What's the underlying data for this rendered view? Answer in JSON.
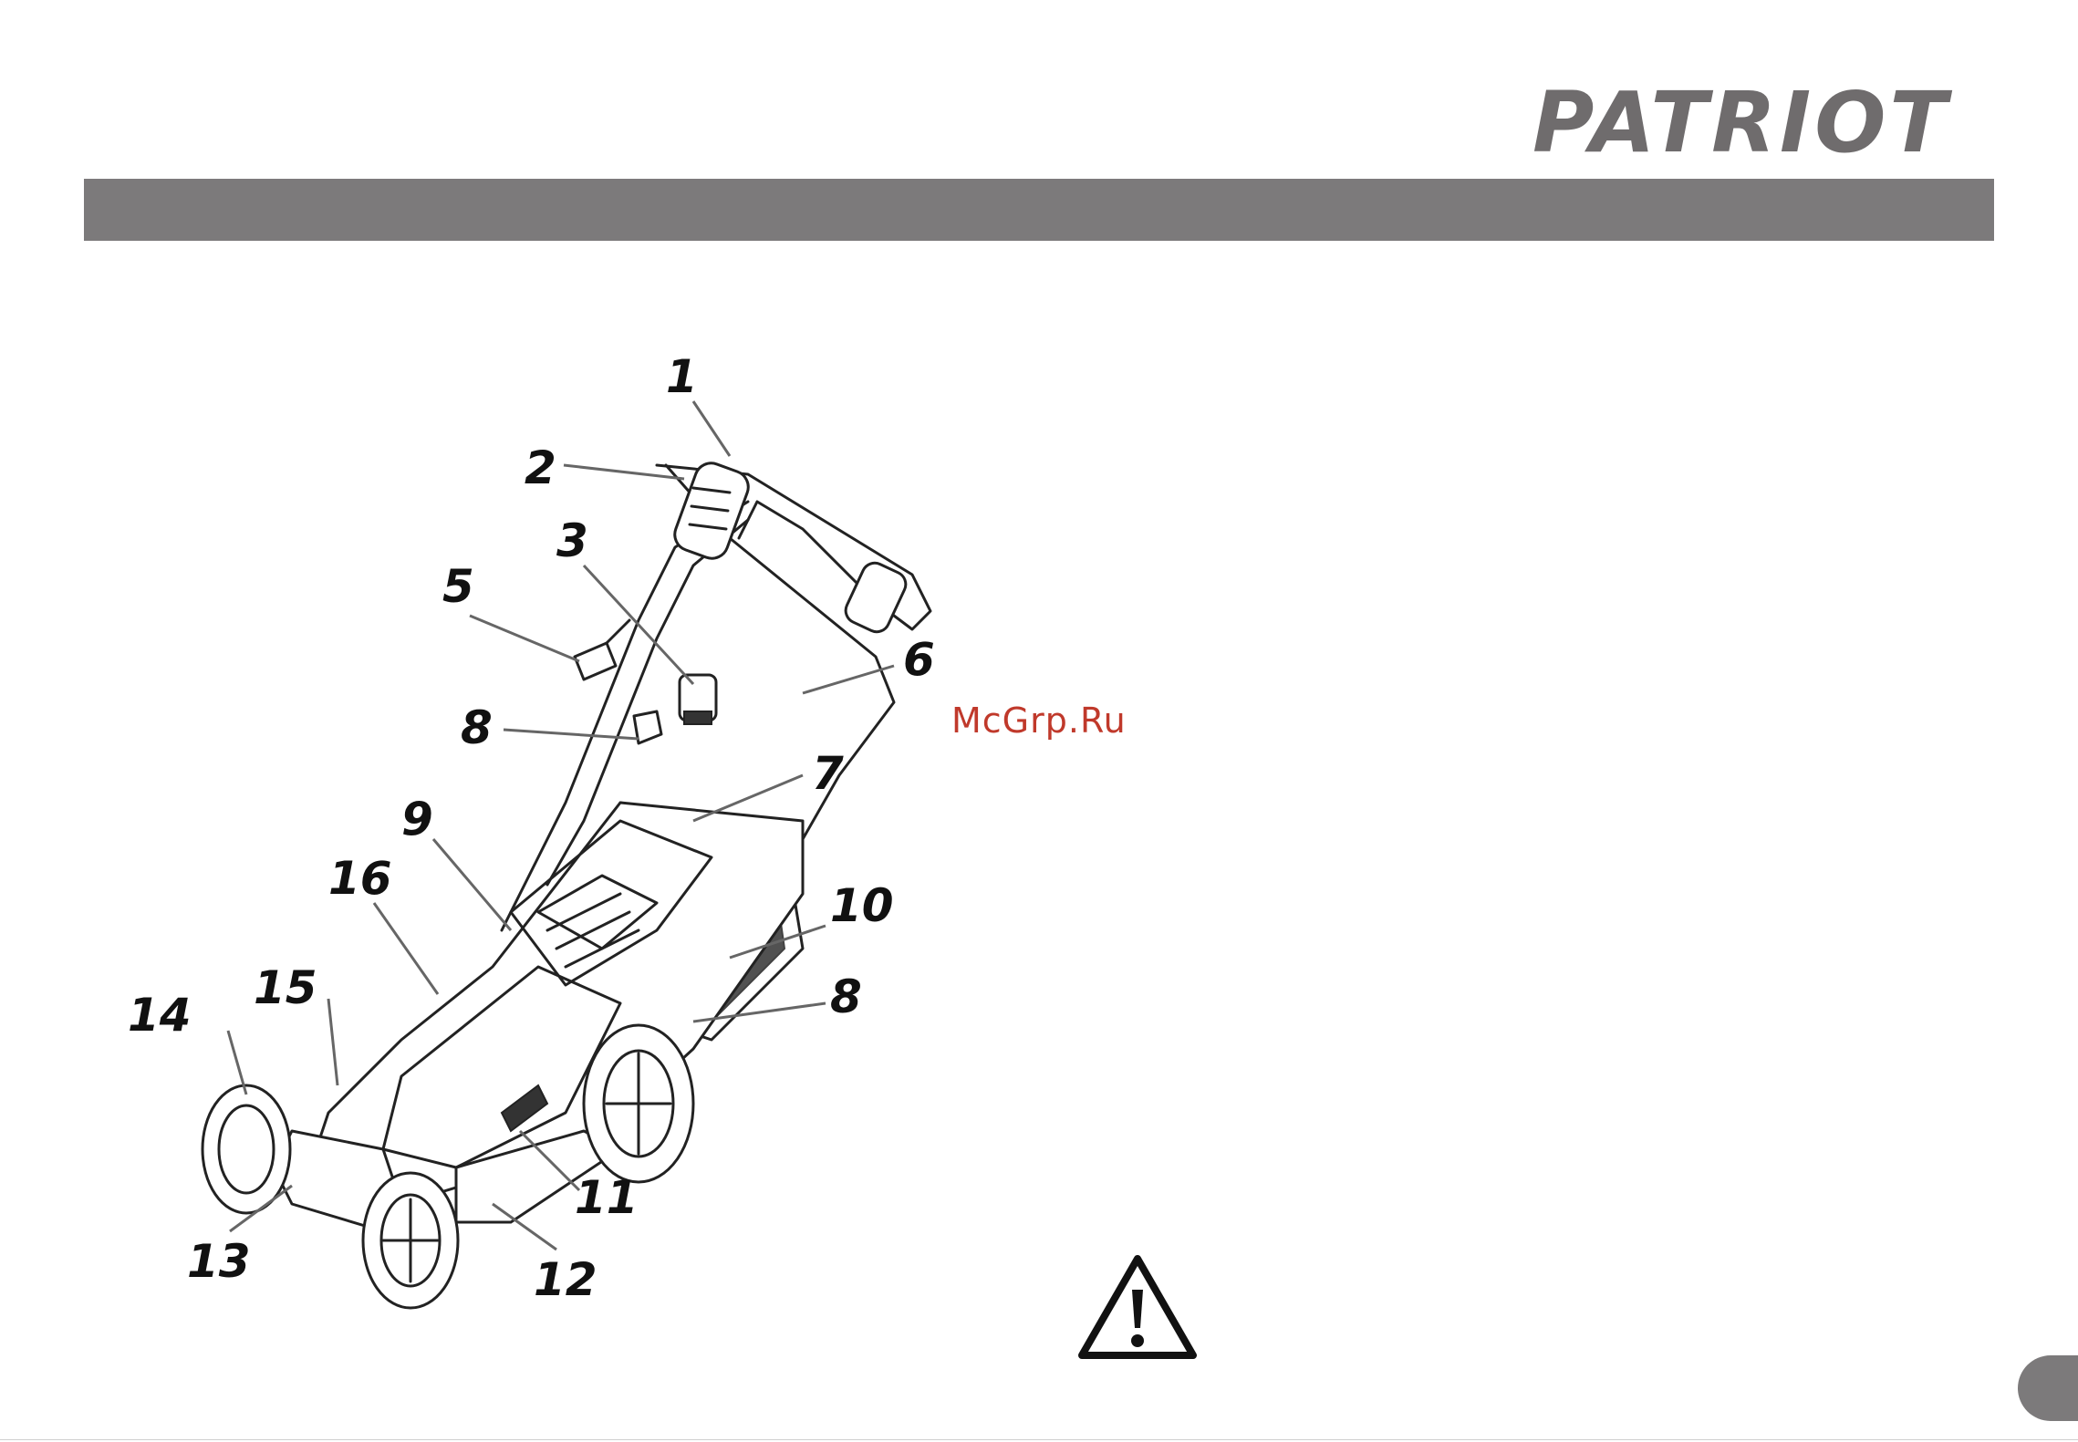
{
  "brand": {
    "name": "PATRIOT"
  },
  "watermark": "McGrp.Ru",
  "diagram": {
    "callouts": [
      "1",
      "2",
      "3",
      "5",
      "6",
      "8",
      "7",
      "9",
      "16",
      "10",
      "8",
      "15",
      "14",
      "11",
      "13",
      "12"
    ]
  },
  "icons": {
    "warning": "warning-triangle-icon",
    "page_tab": "page-tab"
  },
  "colors": {
    "header_bar": "#7c7a7b",
    "logo": "#6f6c6d",
    "watermark": "#c0392b"
  }
}
